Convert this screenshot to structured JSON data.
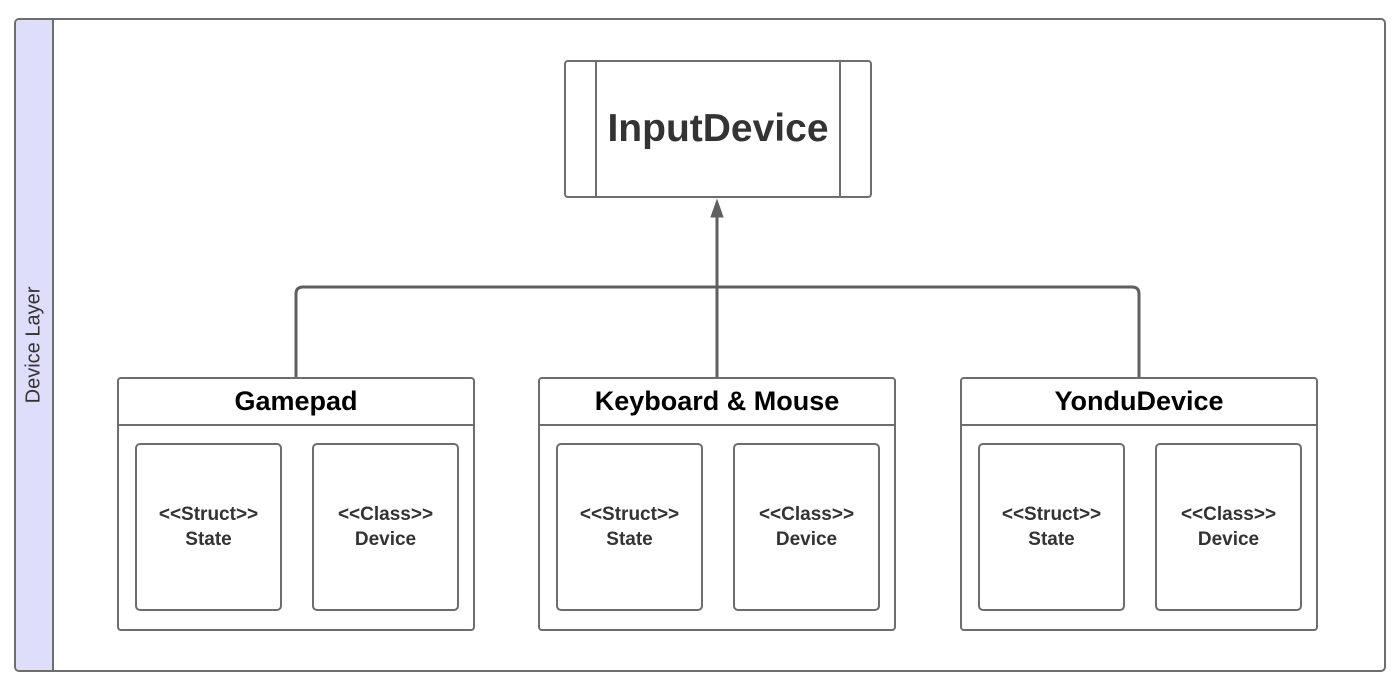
{
  "lane": {
    "label": "Device Layer"
  },
  "root": {
    "title": "InputDevice"
  },
  "devices": [
    {
      "title": "Gamepad",
      "state": {
        "stereotype": "<<Struct>>",
        "name": "State"
      },
      "klass": {
        "stereotype": "<<Class>>",
        "name": "Device"
      }
    },
    {
      "title": "Keyboard & Mouse",
      "state": {
        "stereotype": "<<Struct>>",
        "name": "State"
      },
      "klass": {
        "stereotype": "<<Class>>",
        "name": "Device"
      }
    },
    {
      "title": "YonduDevice",
      "state": {
        "stereotype": "<<Struct>>",
        "name": "State"
      },
      "klass": {
        "stereotype": "<<Class>>",
        "name": "Device"
      }
    }
  ],
  "colors": {
    "lane_header": "#dedefb",
    "stroke": "#6d6d6d",
    "text": "#333333"
  }
}
